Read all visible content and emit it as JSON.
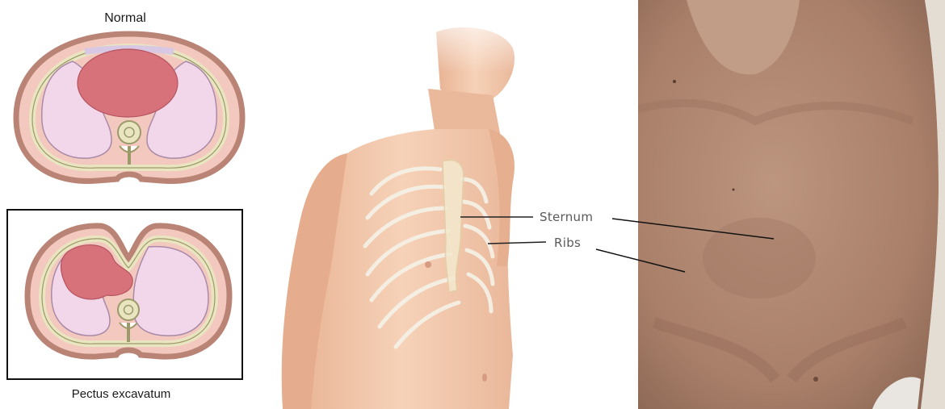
{
  "left_panel": {
    "normal_title": "Normal",
    "pectus_title": "Pectus excavatum"
  },
  "middle_panel": {
    "sternum_label": "Sternum",
    "ribs_label": "Ribs"
  },
  "colors": {
    "skin_outer": "#b98475",
    "tissue": "#f3c8be",
    "lung": "#f2d6ea",
    "lung_edge": "#a98aa8",
    "heart": "#d7727b",
    "bone": "#e9e5c0",
    "bone_edge": "#9c9a6a",
    "photo_skin": "#b18973",
    "illustration_skin": "#f2c6a6"
  }
}
